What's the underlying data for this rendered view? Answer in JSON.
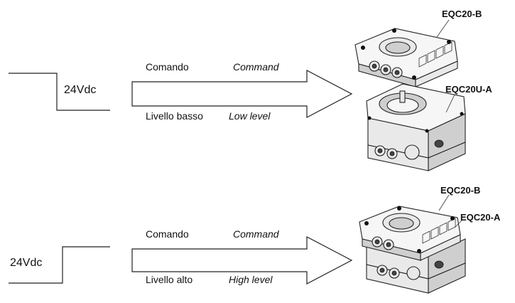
{
  "top": {
    "voltage": "24Vdc",
    "command_it": "Comando",
    "command_en": "Command",
    "level_it": "Livello basso",
    "level_en": "Low level",
    "model_upper": "EQC20-B",
    "model_lower": "EQC20U-A"
  },
  "bottom": {
    "voltage": "24Vdc",
    "command_it": "Comando",
    "command_en": "Command",
    "level_it": "Livello alto",
    "level_en": "High level",
    "model_upper": "EQC20-B",
    "model_lower": "EQC20-A"
  }
}
